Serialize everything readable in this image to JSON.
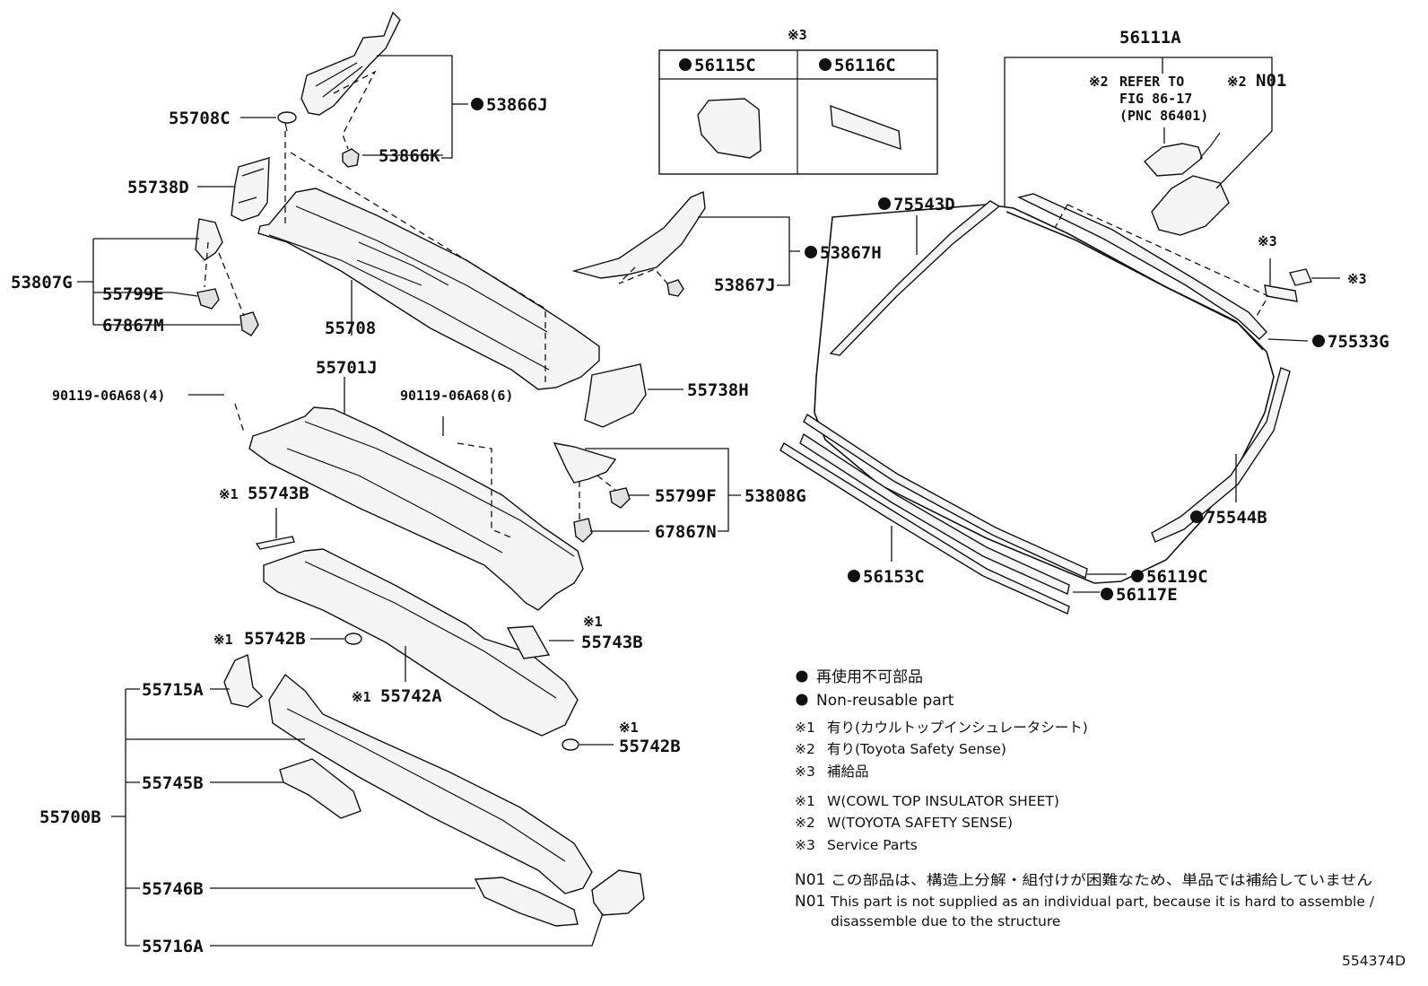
{
  "labels": {
    "p53866J": "53866J",
    "p55708C": "55708C",
    "p53866K": "53866K",
    "p55738D": "55738D",
    "p53807G": "53807G",
    "p55799E": "55799E",
    "p67867M": "67867M",
    "p55708": "55708",
    "p55701J": "55701J",
    "p90119a": "90119-06A68(4)",
    "p90119b": "90119-06A68(6)",
    "p55738H": "55738H",
    "p53867H": "53867H",
    "p53867J": "53867J",
    "p55743B_1": "55743B",
    "p55799F": "55799F",
    "p53808G": "53808G",
    "p67867N": "67867N",
    "p55742B_1": "55742B",
    "p55743B_2": "55743B",
    "p55742A": "55742A",
    "p55742B_2": "55742B",
    "p55715A": "55715A",
    "p55745B": "55745B",
    "p55700B": "55700B",
    "p55746B": "55746B",
    "p55716A": "55716A",
    "p56115C": "56115C",
    "p56116C": "56116C",
    "p56111A": "56111A",
    "pN01": "N01",
    "p75543D": "75543D",
    "p75533G": "75533G",
    "p75544B": "75544B",
    "p56153C": "56153C",
    "p56119C": "56119C",
    "p56117E": "56117E"
  },
  "marks": {
    "note1": "※1",
    "note2": "※2",
    "note3": "※3"
  },
  "refer": {
    "line1": "REFER TO",
    "line2": "FIG 86-17",
    "line3": "(PNC 86401)"
  },
  "legend": {
    "bullet_jp": "再使用不可部品",
    "bullet_en": "Non-reusable part",
    "n1_jp": "有り(カウルトップインシュレータシート)",
    "n2_jp": "有り(Toyota Safety Sense)",
    "n3_jp": "補給品",
    "n1_en": "W(COWL TOP INSULATOR SHEET)",
    "n2_en": "W(TOYOTA SAFETY SENSE)",
    "n3_en": "Service Parts",
    "n01_tag": "N01",
    "n01_jp": "この部品は、構造上分解・組付けが困難なため、単品では補給していません",
    "n01_en1": "This part is not supplied as an individual part, because it is hard to assemble /",
    "n01_en2": "disassemble due to the structure"
  },
  "figure_id": "554374D",
  "colors": {
    "ink": "#111111",
    "part_fill": "#f4f4f4",
    "background": "#ffffff"
  }
}
